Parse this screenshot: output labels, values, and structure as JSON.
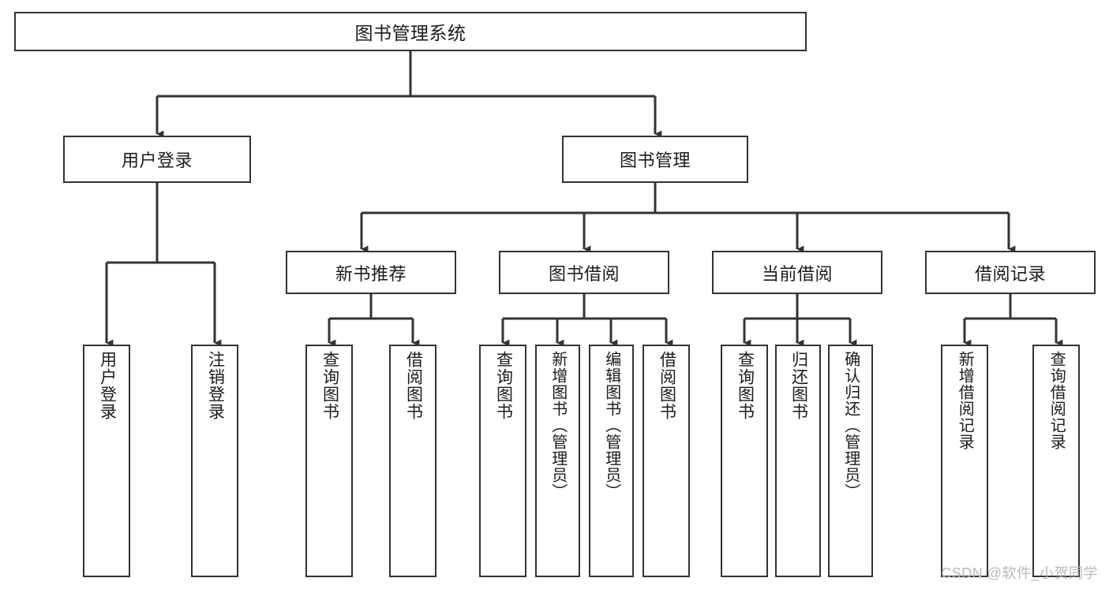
{
  "diagram": {
    "title": "图书管理系统",
    "type": "tree-hierarchy",
    "root": {
      "label": "图书管理系统"
    },
    "level1": [
      {
        "label": "用户登录"
      },
      {
        "label": "图书管理"
      }
    ],
    "level2": [
      {
        "label": "新书推荐"
      },
      {
        "label": "图书借阅"
      },
      {
        "label": "当前借阅"
      },
      {
        "label": "借阅记录"
      }
    ],
    "leaves": [
      {
        "label": "用户登录",
        "parent": "用户登录"
      },
      {
        "label": "注销登录",
        "parent": "用户登录"
      },
      {
        "label": "查询图书",
        "parent": "新书推荐"
      },
      {
        "label": "借阅图书",
        "parent": "新书推荐"
      },
      {
        "label": "查询图书",
        "parent": "图书借阅"
      },
      {
        "label": "新增图书（管理员）",
        "parent": "图书借阅"
      },
      {
        "label": "编辑图书（管理员）",
        "parent": "图书借阅"
      },
      {
        "label": "借阅图书",
        "parent": "图书借阅"
      },
      {
        "label": "查询图书",
        "parent": "当前借阅"
      },
      {
        "label": "归还图书",
        "parent": "当前借阅"
      },
      {
        "label": "确认归还（管理员）",
        "parent": "当前借阅"
      },
      {
        "label": "新增借阅记录",
        "parent": "借阅记录"
      },
      {
        "label": "查询借阅记录",
        "parent": "借阅记录"
      }
    ]
  },
  "watermark": {
    "text": "CSDN @软件_小贺同学"
  },
  "colors": {
    "stroke": "#333333",
    "text": "#1b1b1b",
    "background": "#ffffff",
    "watermark": "#b9b9b9"
  }
}
